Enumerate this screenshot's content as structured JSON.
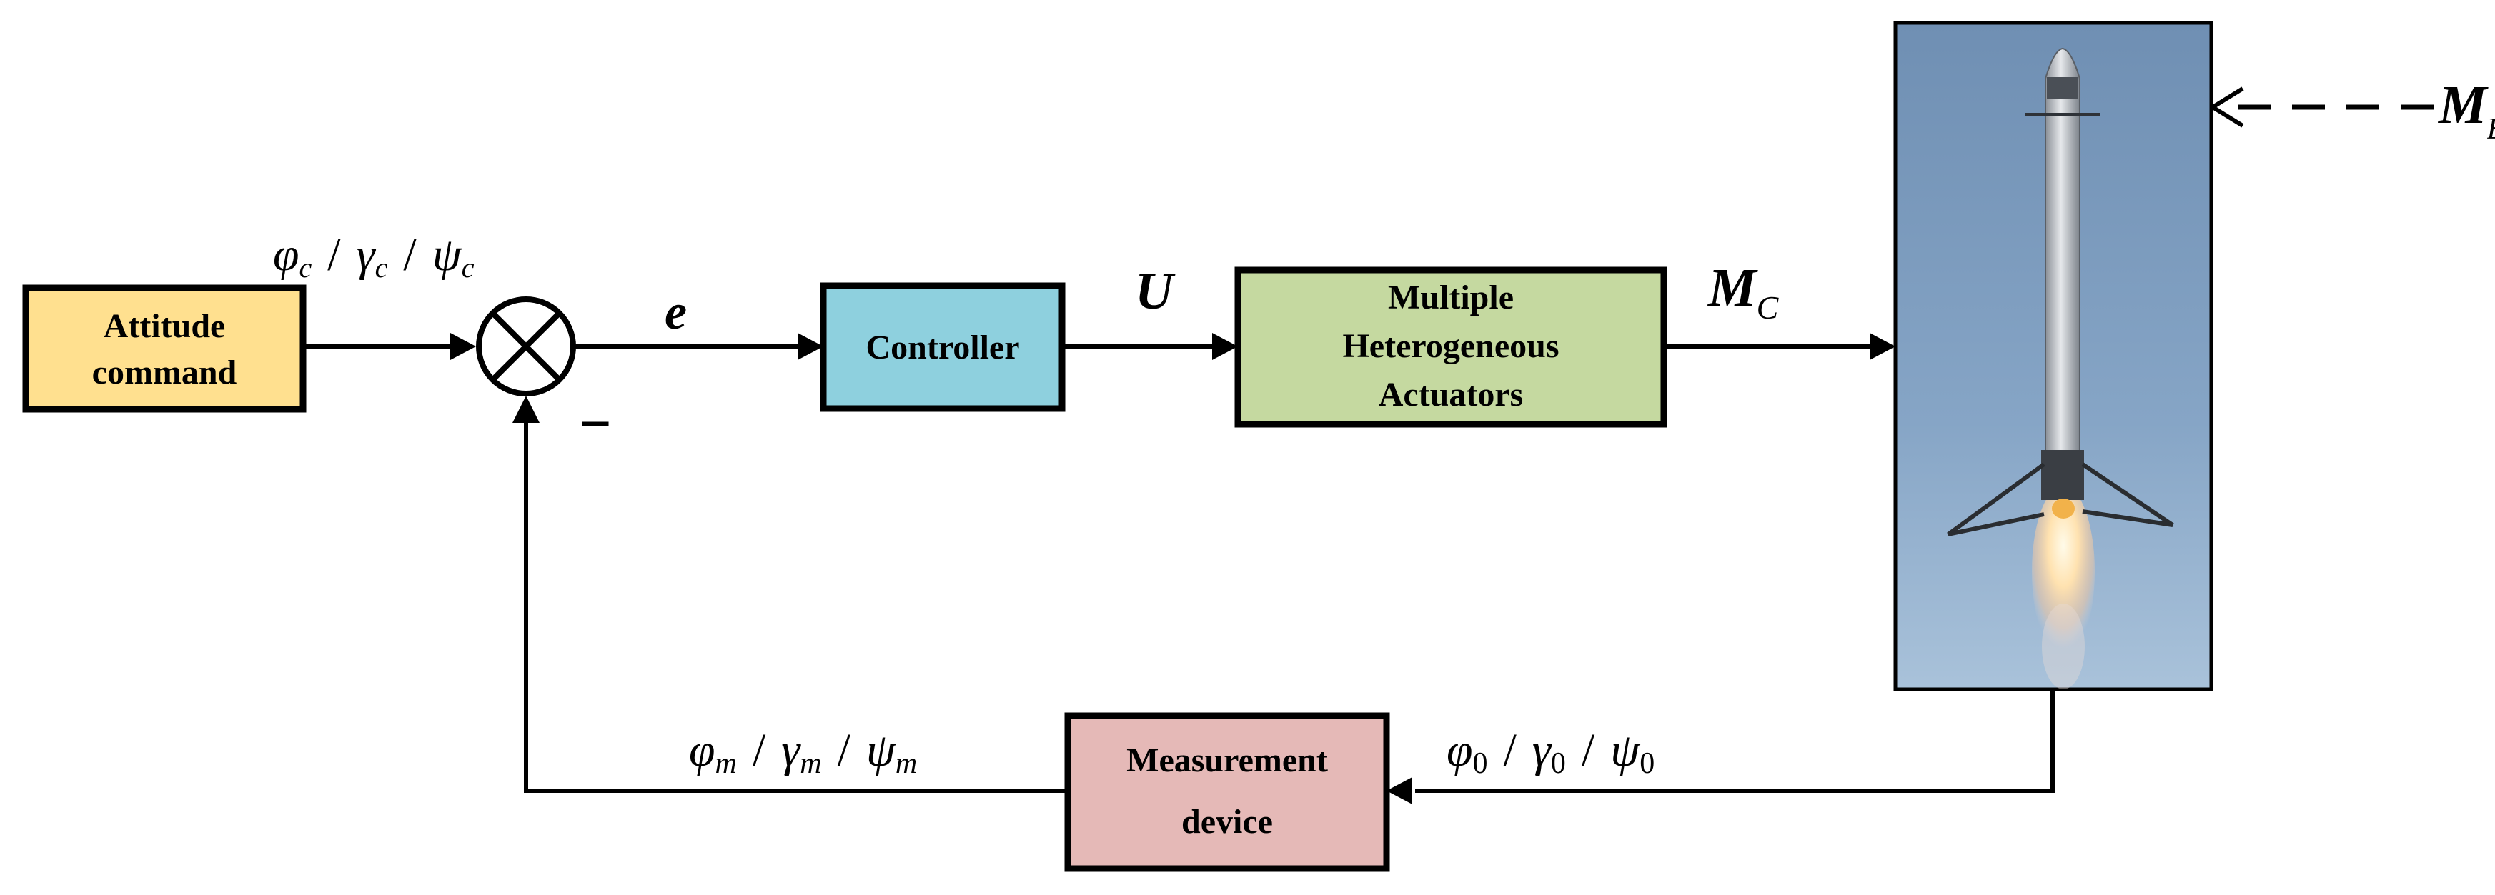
{
  "blocks": {
    "attitude_command": {
      "line1": "Attitude",
      "line2": "command",
      "color": "#FFE08F"
    },
    "controller": {
      "label": "Controller",
      "color": "#8ED0DE"
    },
    "actuators": {
      "line1": "Multiple",
      "line2": "Heterogeneous",
      "line3": "Actuators",
      "color": "#C5D9A0"
    },
    "measurement": {
      "line1": "Measurement",
      "line2": "device",
      "color": "#E5B9B7"
    }
  },
  "signals": {
    "command": {
      "phi": "φ",
      "gamma": "γ",
      "psi": "ψ",
      "sub": "c",
      "sep": "/"
    },
    "error": "e",
    "control": "U",
    "control_moment": {
      "base": "M",
      "sub": "C"
    },
    "disturbance": {
      "base": "M",
      "sub": "B"
    },
    "true_state": {
      "phi": "φ",
      "gamma": "γ",
      "psi": "ψ",
      "sub": "0",
      "sep": "/"
    },
    "measured": {
      "phi": "φ",
      "gamma": "γ",
      "psi": "ψ",
      "sub": "m",
      "sep": "/"
    }
  },
  "summing_junction": {
    "feedback_sign": "−"
  },
  "image": {
    "subject": "rocket-landing",
    "sky_color": "#7E9EBF"
  }
}
